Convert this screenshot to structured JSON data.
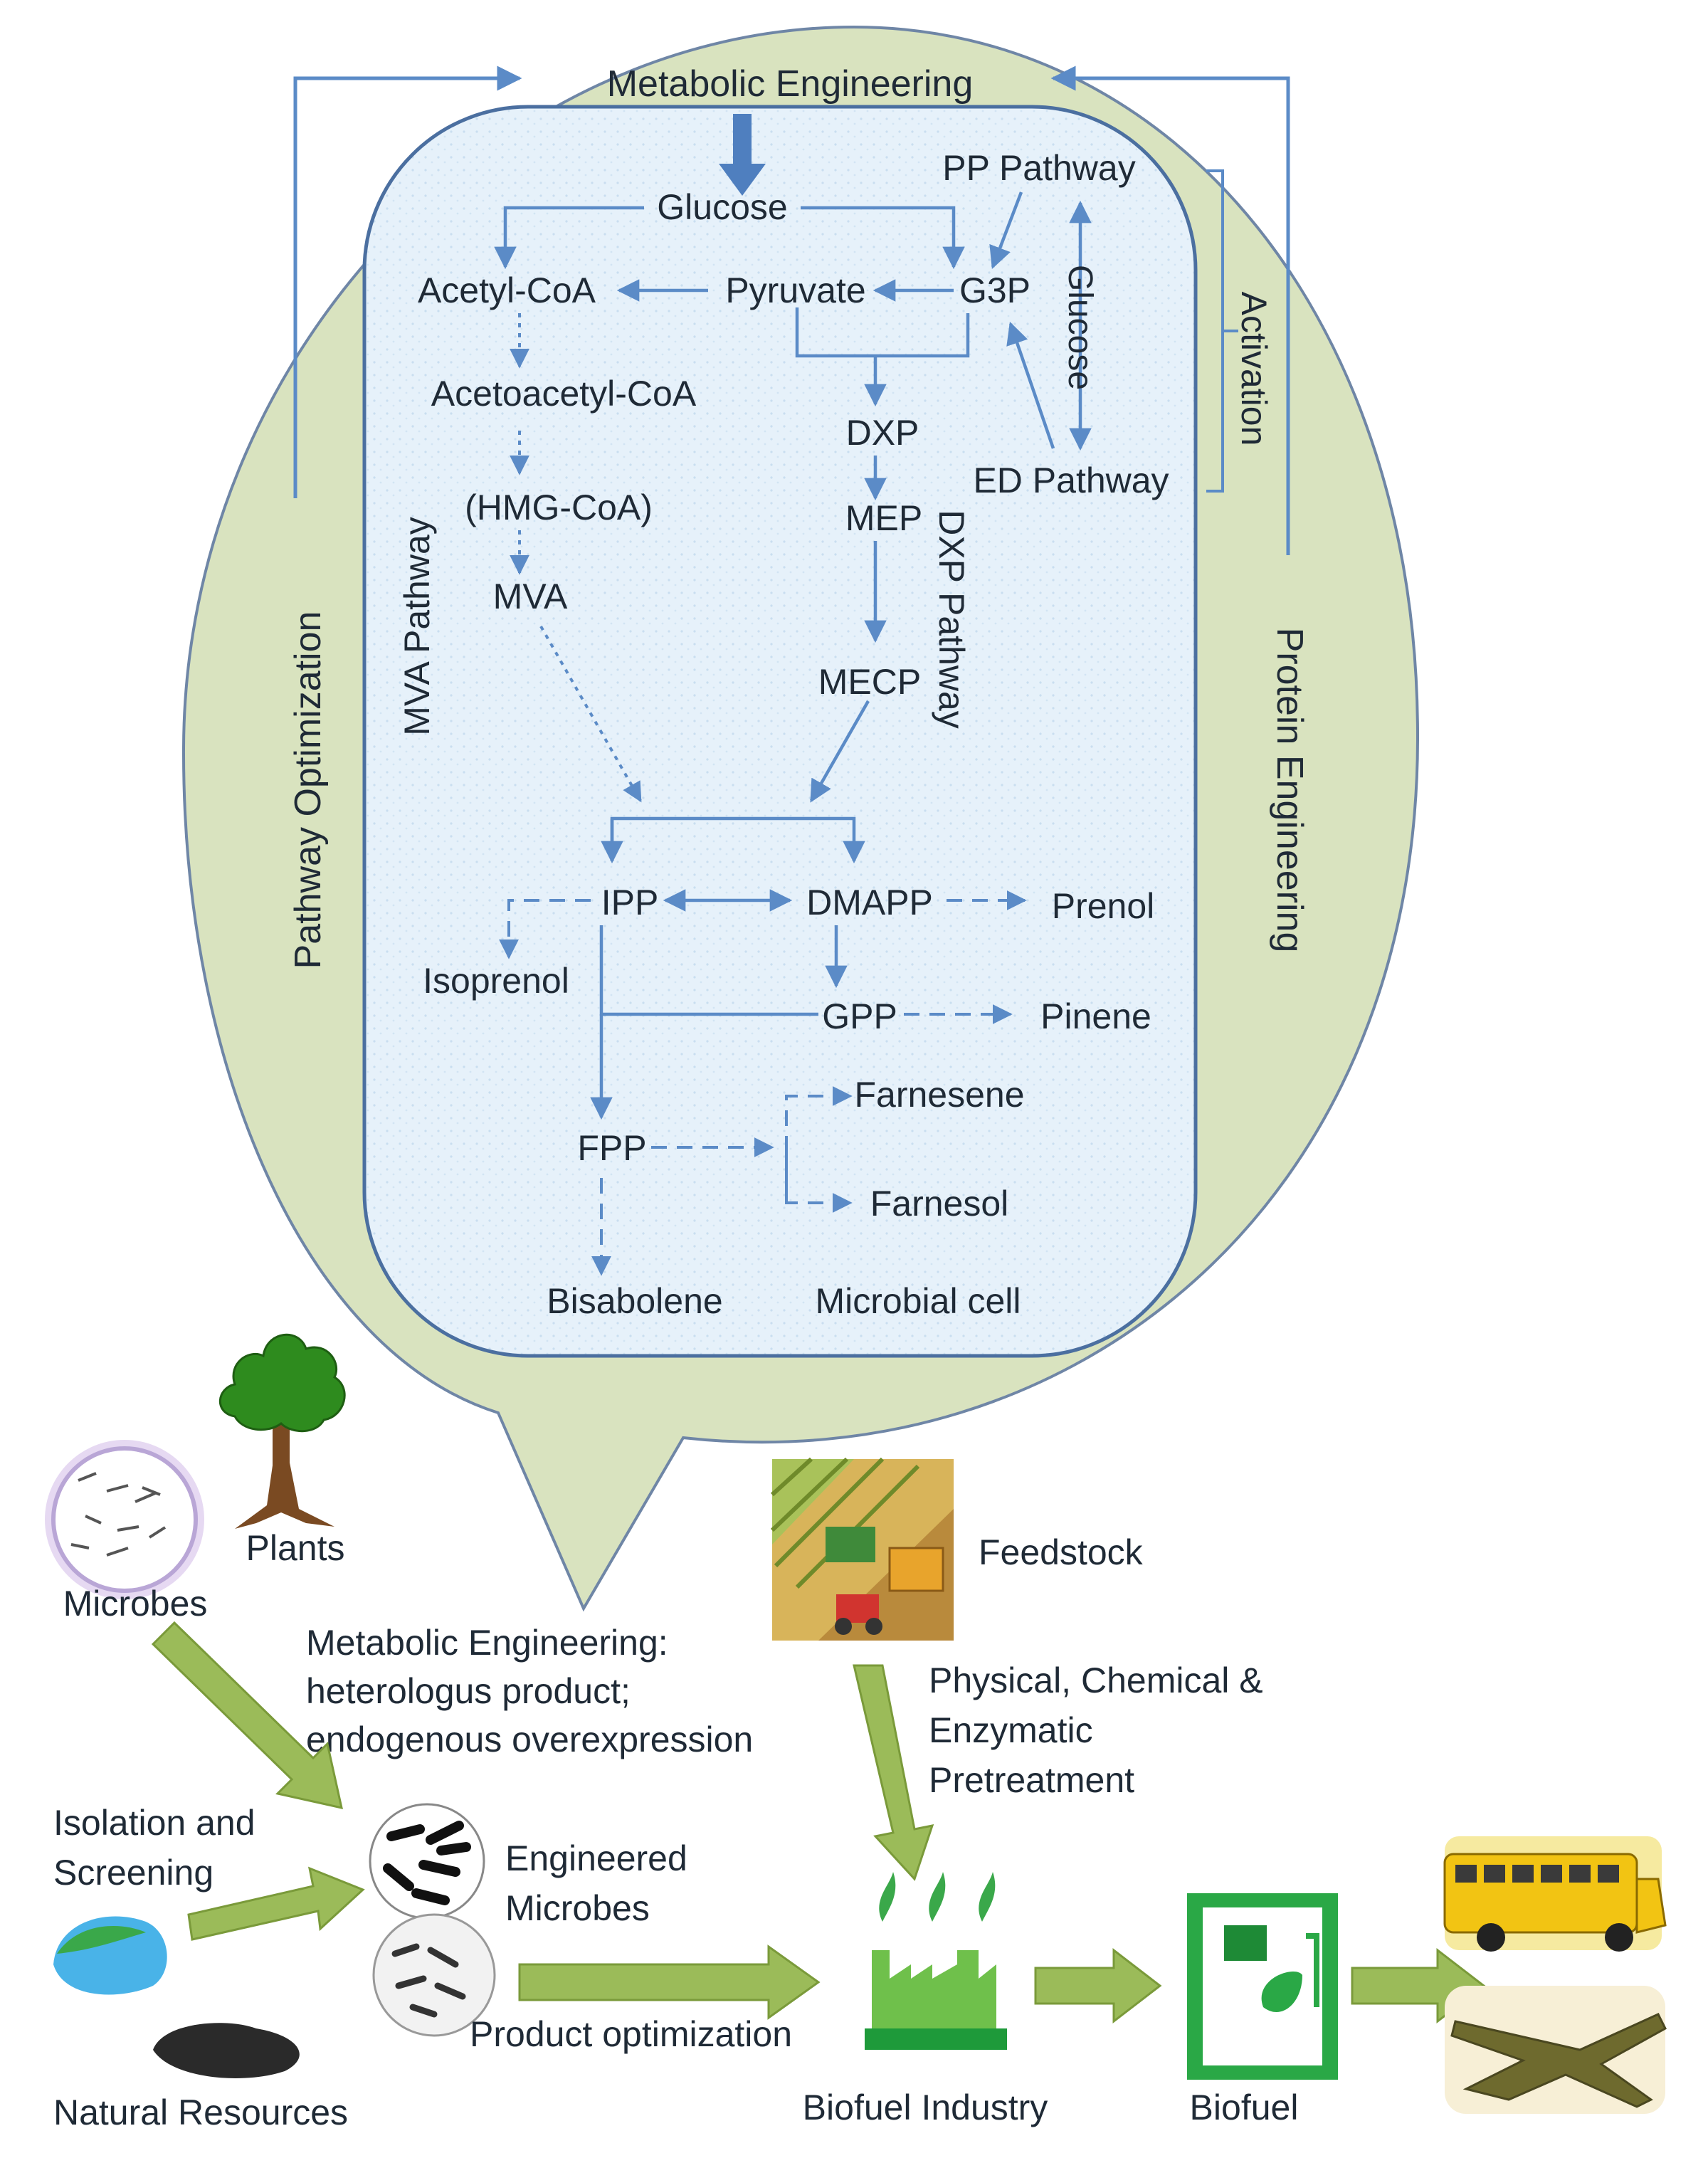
{
  "top": {
    "metabolic_engineering": "Metabolic Engineering",
    "pathway_optimization": "Pathway Optimization",
    "protein_engineering": "Protein Engineering",
    "activation": "Activation",
    "microbial_cell": "Microbial cell"
  },
  "pathway": {
    "glucose": "Glucose",
    "pp_pathway": "PP Pathway",
    "acetyl_coa": "Acetyl-CoA",
    "pyruvate": "Pyruvate",
    "g3p": "G3P",
    "glucose_vertical": "Glucose",
    "acetoacetyl_coa": "Acetoacetyl-CoA",
    "dxp": "DXP",
    "ed_pathway": "ED Pathway",
    "hmg_coa": "(HMG-CoA)",
    "mep": "MEP",
    "dxp_pathway": "DXP Pathway",
    "mva": "MVA",
    "mva_pathway": "MVA Pathway",
    "mecp": "MECP",
    "ipp": "IPP",
    "dmapp": "DMAPP",
    "prenol": "Prenol",
    "isoprenol": "Isoprenol",
    "gpp": "GPP",
    "pinene": "Pinene",
    "farnesene": "Farnesene",
    "fpp": "FPP",
    "farnesol": "Farnesol",
    "bisabolene": "Bisabolene"
  },
  "bottom": {
    "plants": "Plants",
    "microbes": "Microbes",
    "feedstock": "Feedstock",
    "me_line1": "Metabolic Engineering:",
    "me_line2": "heterologus product;",
    "me_line3": "endogenous overexpression",
    "pre_line1": "Physical, Chemical &",
    "pre_line2": "Enzymatic",
    "pre_line3": "Pretreatment",
    "iso_line1": "Isolation and",
    "iso_line2": "Screening",
    "eng_line1": "Engineered",
    "eng_line2": "Microbes",
    "product_optimization": "Product optimization",
    "natural_resources": "Natural Resources",
    "biofuel_industry": "Biofuel Industry",
    "biofuel": "Biofuel"
  },
  "colors": {
    "bubble_fill": "#d9e3bf",
    "cell_fill": "#e3f0fa",
    "arrow_blue": "#5b8bc7",
    "arrow_green": "#9bbb59",
    "text": "#1f2a36"
  }
}
